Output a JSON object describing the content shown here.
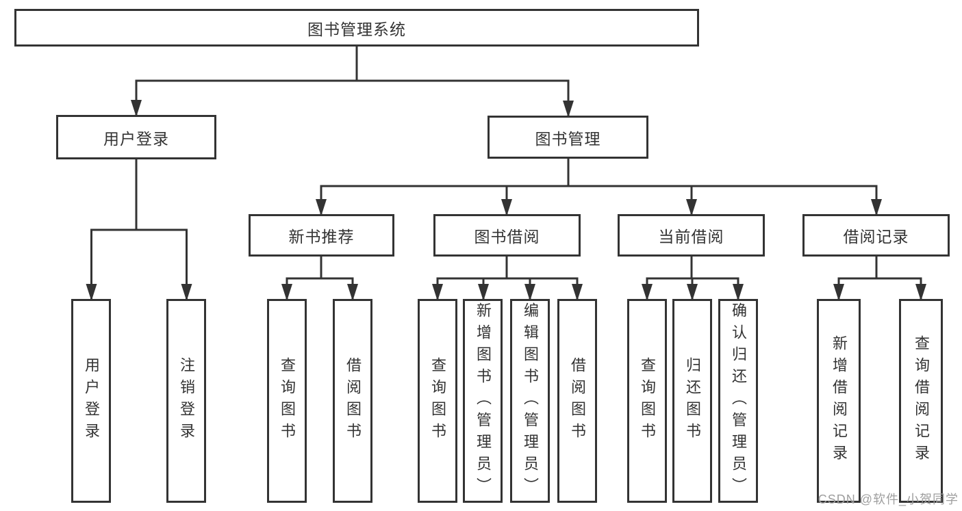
{
  "diagram": {
    "root": {
      "label": "图书管理系统"
    },
    "branches": [
      {
        "label": "用户登录",
        "children": [
          {
            "label": "用户登录"
          },
          {
            "label": "注销登录"
          }
        ]
      },
      {
        "label": "图书管理",
        "children": [
          {
            "label": "新书推荐",
            "children": [
              {
                "label": "查询图书"
              },
              {
                "label": "借阅图书"
              }
            ]
          },
          {
            "label": "图书借阅",
            "children": [
              {
                "label": "查询图书"
              },
              {
                "label": "新增图书（管理员）"
              },
              {
                "label": "编辑图书（管理员）"
              },
              {
                "label": "借阅图书"
              }
            ]
          },
          {
            "label": "当前借阅",
            "children": [
              {
                "label": "查询图书"
              },
              {
                "label": "归还图书"
              },
              {
                "label": "确认归还（管理员）"
              }
            ]
          },
          {
            "label": "借阅记录",
            "children": [
              {
                "label": "新增借阅记录"
              },
              {
                "label": "查询借阅记录"
              }
            ]
          }
        ]
      }
    ],
    "watermark": "CSDN @软件_小贺同学",
    "colors": {
      "line": "#333333",
      "text": "#333333",
      "watermark": "#9e9e9e",
      "background": "#ffffff"
    }
  }
}
